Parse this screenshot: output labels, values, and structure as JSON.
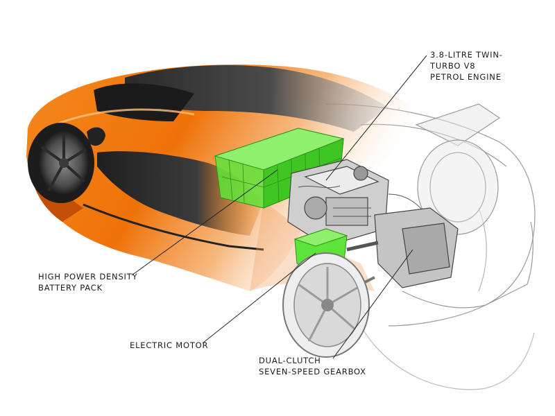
{
  "labels": {
    "engine": [
      "3.8-LITRE TWIN-",
      "TURBO V8",
      "PETROL ENGINE"
    ],
    "battery": [
      "HIGH POWER DENSITY",
      "BATTERY PACK"
    ],
    "motor": [
      "ELECTRIC MOTOR"
    ],
    "gearbox": [
      "DUAL-CLUTCH",
      "SEVEN-SPEED GEARBOX"
    ]
  },
  "colors": {
    "body_orange": "#f07a10",
    "body_orange_dark": "#c24f05",
    "battery_green": "#5de43a",
    "carbon_black": "#262626",
    "ghost_grey": "#9a9a9a",
    "label_text": "#1a1a1a"
  }
}
